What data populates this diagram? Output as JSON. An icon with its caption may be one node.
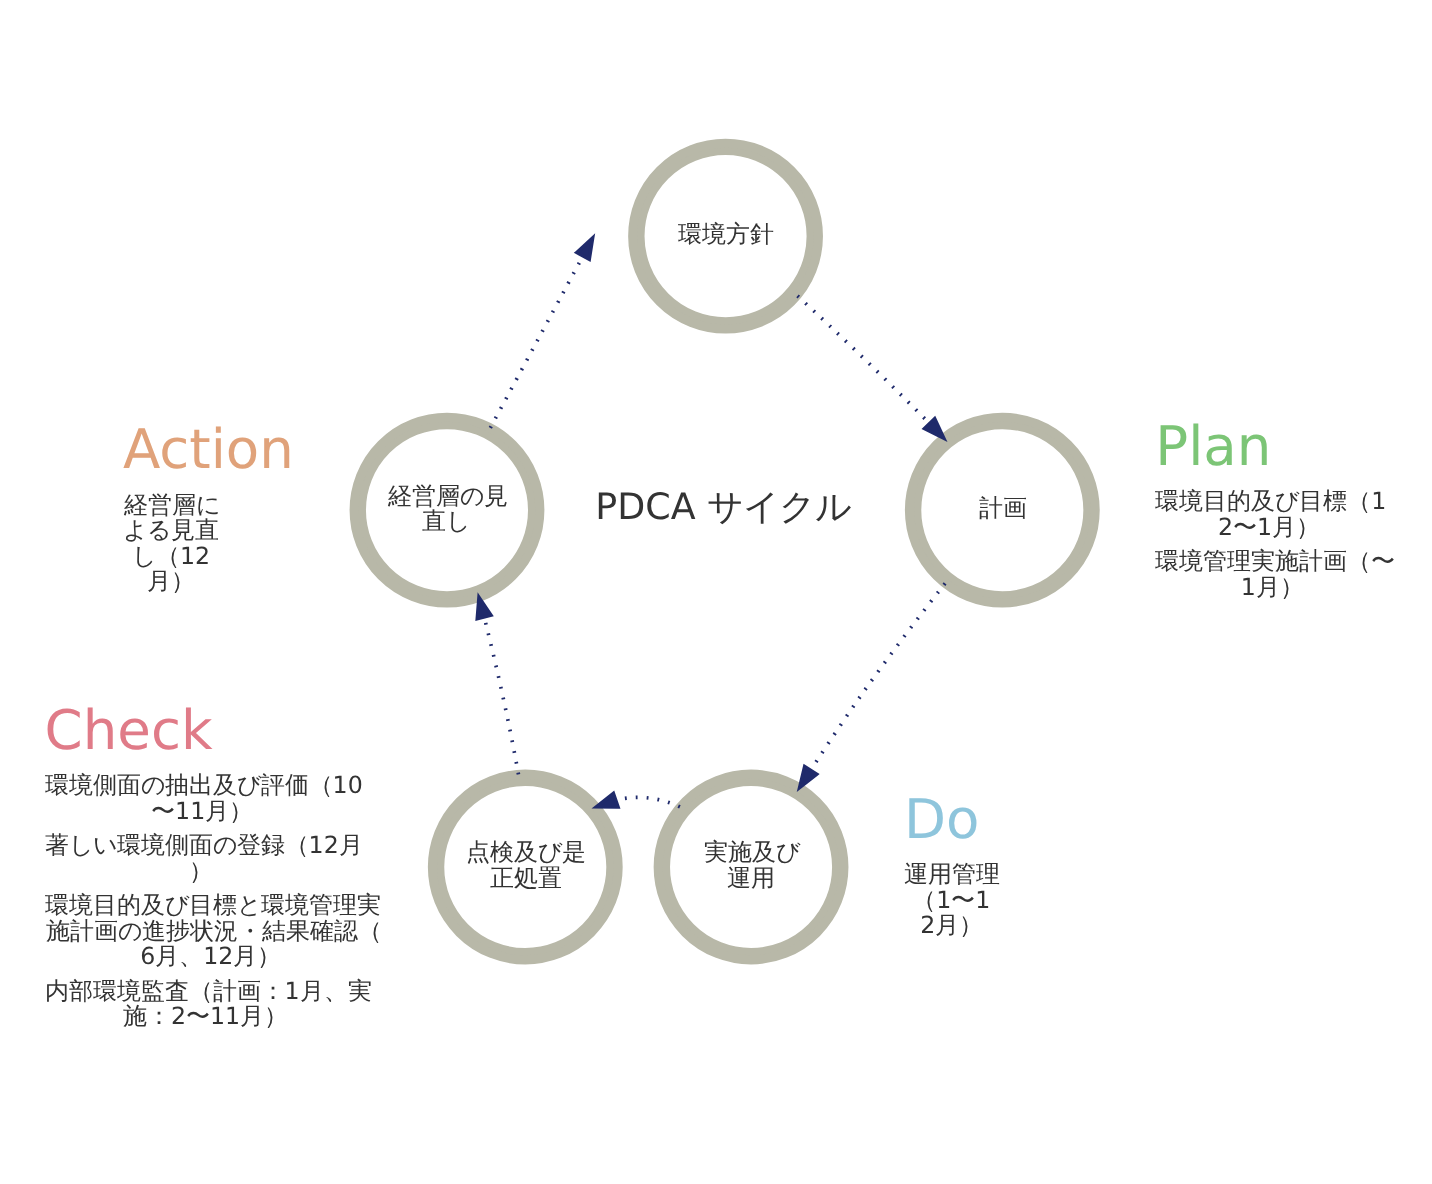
{
  "diagram": {
    "nodes": [
      {
        "text": [
          "環境方針"
        ]
      },
      {
        "text": [
          "計画"
        ],
        "beside": [
          "Plan",
          "環境目的及び目標（12〜1月）",
          "環境管理実施計画（〜1月）"
        ]
      },
      {
        "text": [
          "実施及び運用"
        ],
        "beside": [
          "Do",
          "運用管理（1〜12月）"
        ]
      },
      {
        "text": [
          "点検及び是正処置"
        ],
        "beside": [
          "Check",
          "環境側面の抽出及び評価（10〜11月）",
          "著しい環境側面の登録（12月）",
          "環境目的及び目標と環境管理実施計画の進捗状況・結果確認（6月、12月）",
          "内部環境監査（計画：1月、実施：2〜11月）"
        ]
      },
      {
        "text": [
          "経営層の見直し"
        ],
        "beside": [
          "Action",
          "経営層による見直し（12月）"
        ]
      }
    ],
    "edges": [
      {
        "from": 0,
        "to": 1,
        "arrow": "to",
        "style": "dashed"
      },
      {
        "from": 1,
        "to": 2,
        "arrow": "to",
        "style": "dashed"
      },
      {
        "from": 2,
        "to": 3,
        "arrow": "to",
        "style": "dashed"
      },
      {
        "from": 3,
        "to": 4,
        "arrow": "to",
        "style": "dashed"
      },
      {
        "from": 4,
        "to": null,
        "arrow": "to",
        "style": "dashed"
      }
    ],
    "labels": [
      "PDCA サイクル"
    ]
  }
}
